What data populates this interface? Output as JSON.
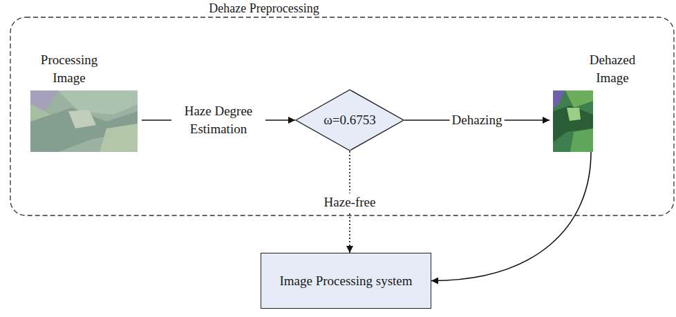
{
  "diagram": {
    "nodes": [
      {
        "text": [
          "Dehaze Preprocessing"
        ]
      },
      {
        "text": [
          "Processing Image"
        ],
        "in": 0
      },
      {
        "text": [
          "ω=0.6753"
        ],
        "in": 0
      },
      {
        "text": [
          "Dehazed Image"
        ],
        "in": 0
      },
      {
        "text": [
          "Image Processing system"
        ]
      }
    ],
    "edges": [
      {
        "from": 1,
        "to": 2,
        "arrow": "to",
        "label": "Haze Degree Estimation"
      },
      {
        "from": 2,
        "to": 3,
        "arrow": "to",
        "label": "Dehazing"
      },
      {
        "from": 2,
        "to": 4,
        "arrow": "to",
        "label": "Haze-free"
      },
      {
        "from": 3,
        "to": 4,
        "arrow": "to"
      }
    ]
  }
}
